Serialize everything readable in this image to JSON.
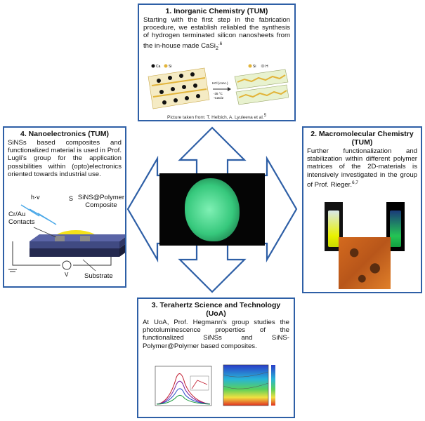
{
  "colors": {
    "border": "#2e5fa6",
    "arrow": "#2e5fa6",
    "glow": "#4fd98a"
  },
  "top": {
    "title": "1. Inorganic Chemistry (TUM)",
    "body": "Starting with the first step in the fabrication procedure, we establish reliabled the synthesis of hydrogen terminated silicon nanosheets from the in-house made CaSi",
    "body_sub": "2",
    "body_ref": ".6",
    "legend_left_ca": "Ca",
    "legend_left_si": "Si",
    "legend_right_si": "Si",
    "legend_right_h": "H",
    "reaction_top": "HCl (conc.)",
    "reaction_mid": "-35 °C",
    "reaction_bot": "-CaCl2",
    "caption": "Picture taken from: T. Helbich, A. Lyuleeva et al.",
    "caption_ref": "5"
  },
  "left": {
    "title": "4. Nanoelectronics (TUM)",
    "body": "SiNSs based composites and functionalized material is used in Prof. Lugli's group for the application possibilities within (opto)electronics oriented towards industrial use.",
    "label_hv": "h·v",
    "label_composite": "SiNS@Polymer Composite",
    "label_contacts": "Cr/Au Contacts",
    "label_substrate": "Substrate",
    "label_voltage": "V"
  },
  "right": {
    "title": "2. Macromolecular Chemistry (TUM)",
    "body": "Further functionalization and stabilization within different polymer matrices of the 2D-materials is intensively investigated in the group of Prof. Rieger.",
    "body_ref": "6,7"
  },
  "bottom": {
    "title": "3. Terahertz Science and Technology (UoA)",
    "body": "At UoA, Prof. Hegmann's group studies the photoluminescence properties of the functionalized SiNSs and SiNS-Polymer@Polymer based composites."
  },
  "icons": {
    "center": "glowing-sample-photo",
    "arrows": "four-way-arrow"
  }
}
